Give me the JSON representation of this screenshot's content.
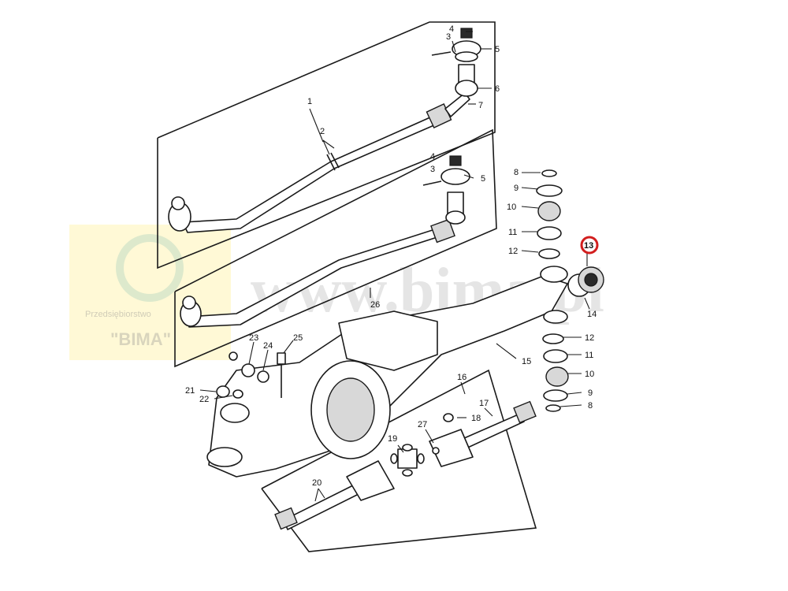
{
  "watermark": {
    "url_text": "www.bima.pl",
    "company_small": "Przedsiębiorstwo",
    "company_name": "\"BIMA\"",
    "box_color": "#fff9d6"
  },
  "highlight": {
    "label": "13",
    "color": "#d21e1e"
  },
  "labels": {
    "l1": "1",
    "l2": "2",
    "l3a": "3",
    "l4": "4",
    "l5a": "5",
    "l6": "6",
    "l7": "7",
    "l3b": "3",
    "l4b": "4",
    "l5b": "5",
    "l8a": "8",
    "l9a": "9",
    "l10a": "10",
    "l11a": "11",
    "l12a": "12",
    "l14": "14",
    "l12b": "12",
    "l11b": "11",
    "l10b": "10",
    "l9b": "9",
    "l8b": "8",
    "l15": "15",
    "l16": "16",
    "l17": "17",
    "l18": "18",
    "l19": "19",
    "l20": "20",
    "l21": "21",
    "l22": "22",
    "l23": "23",
    "l24": "24",
    "l25": "25",
    "l26": "26",
    "l27": "27"
  }
}
